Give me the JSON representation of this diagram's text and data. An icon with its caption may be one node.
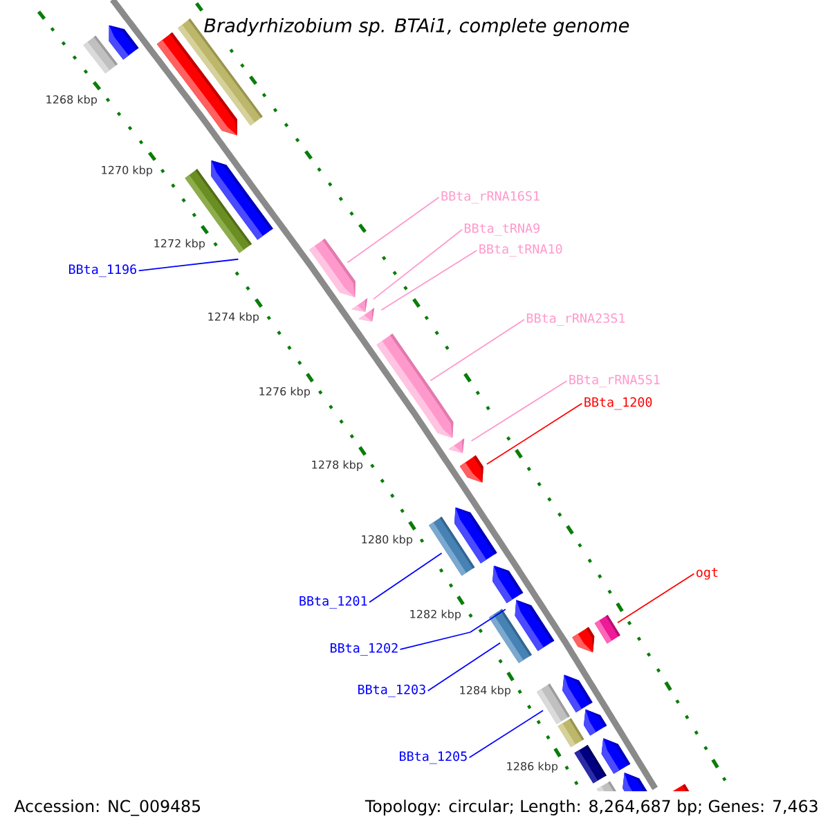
{
  "diagram": {
    "title": "Bradyrhizobium sp. BTAi1, complete genome",
    "nodes": [
      {
        "text": [
          "BBta_rRNA16S1"
        ]
      },
      {
        "text": [
          "BBta_tRNA9"
        ]
      },
      {
        "text": [
          "BBta_tRNA10"
        ]
      },
      {
        "text": [
          "BBta_1196"
        ]
      },
      {
        "text": [
          "BBta_rRNA23S1"
        ]
      },
      {
        "text": [
          "BBta_rRNA5S1"
        ]
      },
      {
        "text": [
          "BBta_1200"
        ]
      },
      {
        "text": [
          "ogt"
        ]
      },
      {
        "text": [
          "BBta_1201"
        ]
      },
      {
        "text": [
          "BBta_1202"
        ]
      },
      {
        "text": [
          "BBta_1203"
        ]
      },
      {
        "text": [
          "BBta_1205"
        ]
      },
      {
        "text": [],
        "shape": "bar"
      },
      {
        "text": [],
        "shape": "bar"
      },
      {
        "text": [],
        "shape": "bar"
      },
      {
        "text": [],
        "shape": "bar"
      },
      {
        "text": [],
        "shape": "bar"
      },
      {
        "text": [],
        "shape": "bar"
      },
      {
        "text": [],
        "shape": "bar"
      },
      {
        "text": [],
        "shape": "bar"
      },
      {
        "text": [],
        "shape": "bar"
      },
      {
        "text": [],
        "shape": "bar"
      },
      {
        "text": [],
        "shape": "bar"
      },
      {
        "text": [],
        "shape": "bar"
      },
      {
        "text": [],
        "shape": "bar"
      },
      {
        "text": [],
        "shape": "bar"
      },
      {
        "text": [],
        "shape": "bar"
      },
      {
        "text": [],
        "shape": "bar"
      },
      {
        "text": [],
        "shape": "bar"
      },
      {
        "text": [],
        "shape": "bar"
      },
      {
        "text": [],
        "shape": "bar"
      },
      {
        "text": [],
        "shape": "bar"
      },
      {
        "text": [],
        "shape": "bar"
      },
      {
        "text": [],
        "shape": "bar"
      },
      {
        "text": [],
        "shape": "bar"
      },
      {
        "text": [],
        "shape": "bar"
      },
      {
        "text": [],
        "shape": "bar"
      },
      {
        "text": [],
        "shape": "bar"
      },
      {
        "text": [],
        "shape": "bar"
      },
      {
        "text": [],
        "shape": "bar"
      }
    ],
    "edges": [
      {
        "from": 0,
        "to": 18,
        "arrow": "none",
        "color": "#ff99cc"
      },
      {
        "from": 1,
        "to": 19,
        "arrow": "none",
        "color": "#ff99cc"
      },
      {
        "from": 2,
        "to": 20,
        "arrow": "none",
        "color": "#ff99cc"
      },
      {
        "from": 3,
        "to": 16,
        "arrow": "none",
        "color": "#0000ff"
      },
      {
        "from": 4,
        "to": 21,
        "arrow": "none",
        "color": "#ff99cc"
      },
      {
        "from": 5,
        "to": 22,
        "arrow": "none",
        "color": "#ff99cc"
      },
      {
        "from": 6,
        "to": 23,
        "arrow": "none",
        "color": "#ff0000"
      },
      {
        "from": 7,
        "to": 30,
        "arrow": "none",
        "color": "#ff0000"
      },
      {
        "from": 8,
        "to": 24,
        "arrow": "none",
        "color": "#0000ff"
      },
      {
        "from": 9,
        "to": 26,
        "arrow": "none",
        "color": "#0000ff"
      },
      {
        "from": 10,
        "to": 27,
        "arrow": "none",
        "color": "#0000ff"
      },
      {
        "from": 11,
        "to": 31,
        "arrow": "none",
        "color": "#0000ff"
      }
    ],
    "labels": [
      "1268 kbp",
      "1270 kbp",
      "1272 kbp",
      "1274 kbp",
      "1276 kbp",
      "1278 kbp",
      "1280 kbp",
      "1282 kbp",
      "1284 kbp",
      "1286 kbp",
      "Accession: NC_009485",
      "Topology: circular; Length: 8,264,687 bp; Genes: 7,463"
    ]
  }
}
